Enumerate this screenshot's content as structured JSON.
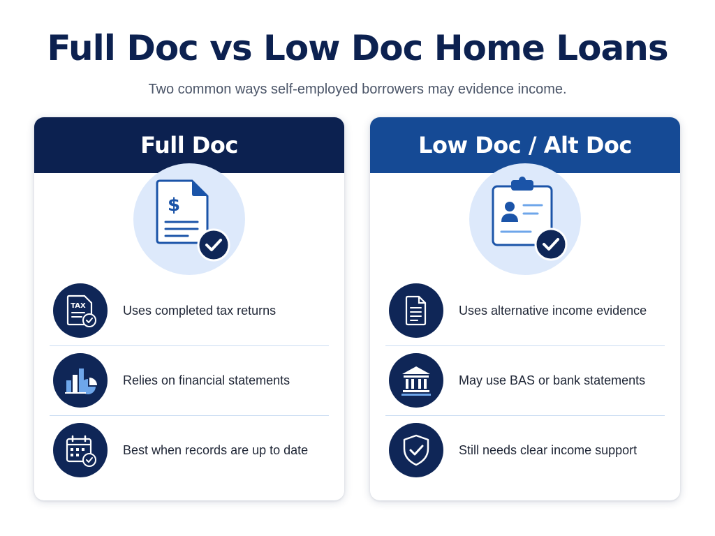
{
  "page": {
    "title": "Full Doc vs Low Doc Home Loans",
    "subtitle": "Two common ways self-employed borrowers may evidence income."
  },
  "colors": {
    "title": "#0c2150",
    "full_doc_header": "#0c2150",
    "low_doc_header": "#154a95",
    "icon_circle": "#0f2657",
    "hero_circle": "#dde9fb",
    "divider": "#c9dcf2"
  },
  "full_doc": {
    "heading": "Full Doc",
    "hero_icon": "dollar-document-check-icon",
    "items": [
      {
        "icon": "tax-document-check-icon",
        "tax_label": "TAX",
        "label": "Uses completed tax returns"
      },
      {
        "icon": "bar-pie-chart-icon",
        "label": "Relies on financial statements"
      },
      {
        "icon": "calendar-check-icon",
        "label": "Best when records are up to date"
      }
    ]
  },
  "low_doc": {
    "heading": "Low Doc / Alt Doc",
    "hero_icon": "clipboard-profile-check-icon",
    "items": [
      {
        "icon": "document-icon",
        "label": "Uses alternative income evidence"
      },
      {
        "icon": "bank-icon",
        "label": "May use BAS or bank statements"
      },
      {
        "icon": "shield-check-icon",
        "label": "Still needs clear income support"
      }
    ]
  }
}
